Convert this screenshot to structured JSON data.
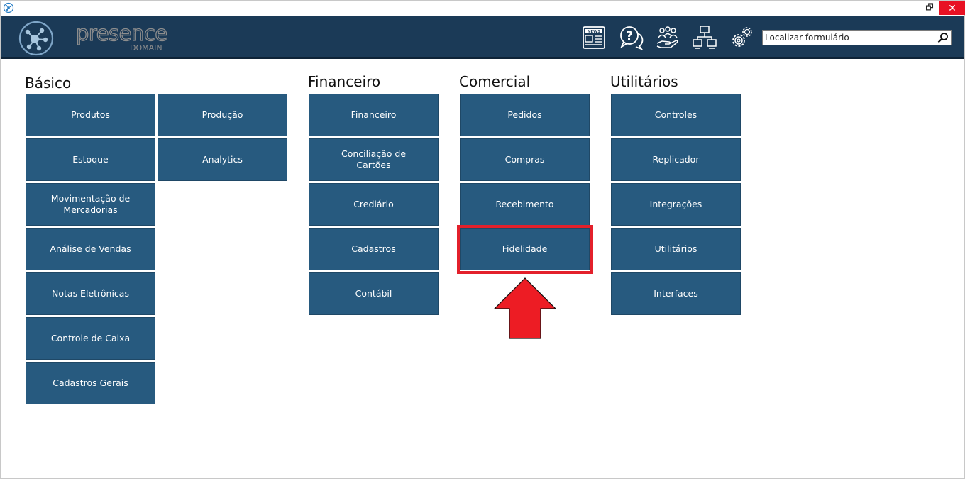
{
  "search": {
    "placeholder": "Localizar formulário"
  },
  "brand": {
    "name_main": "presence",
    "name_sub": "DOMAIN"
  },
  "header_icons": [
    "news-icon",
    "help-chat-icon",
    "users-hand-icon",
    "network-icon",
    "settings-gears-icon"
  ],
  "window_controls": {
    "minimize": "–",
    "restore": "🗗",
    "close": "✕"
  },
  "colors": {
    "header": "#1b3a57",
    "tile": "#275a7f",
    "highlight": "#e3202b",
    "close": "#e81123"
  },
  "sections": {
    "basico": {
      "title": "Básico",
      "tiles": [
        "Produtos",
        "Produção",
        "Estoque",
        "Analytics",
        "Movimentação de Mercadorias",
        "Análise de Vendas",
        "Notas Eletrônicas",
        "Controle de Caixa",
        "Cadastros Gerais"
      ]
    },
    "financeiro": {
      "title": "Financeiro",
      "tiles": [
        "Financeiro",
        "Conciliação de Cartões",
        "Crediário",
        "Cadastros",
        "Contábil"
      ]
    },
    "comercial": {
      "title": "Comercial",
      "tiles": [
        "Pedidos",
        "Compras",
        "Recebimento",
        "Fidelidade"
      ]
    },
    "utilitarios": {
      "title": "Utilitários",
      "tiles": [
        "Controles",
        "Replicador",
        "Integrações",
        "Utilitários",
        "Interfaces"
      ]
    }
  }
}
